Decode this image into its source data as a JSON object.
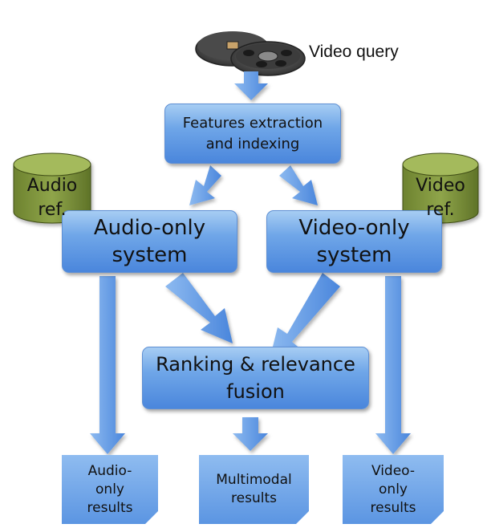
{
  "query": {
    "label": "Video query",
    "icon": "film-reels-icon"
  },
  "nodes": {
    "features": [
      "Features extraction",
      "and indexing"
    ],
    "audio_system": [
      "Audio-only",
      "system"
    ],
    "video_system": [
      "Video-only",
      "system"
    ],
    "fusion": [
      "Ranking & relevance",
      "fusion"
    ]
  },
  "databases": {
    "audio_ref": [
      "Audio",
      "ref."
    ],
    "video_ref": [
      "Video",
      "ref."
    ]
  },
  "outputs": {
    "audio_results": [
      "Audio-",
      "only",
      "results"
    ],
    "multimodal_results": [
      "Multimodal",
      "results"
    ],
    "video_results": [
      "Video-",
      "only",
      "results"
    ]
  },
  "colors": {
    "box": "#6fa6e8",
    "arrow": "#5b95e2",
    "database": "#7a8f3a"
  }
}
